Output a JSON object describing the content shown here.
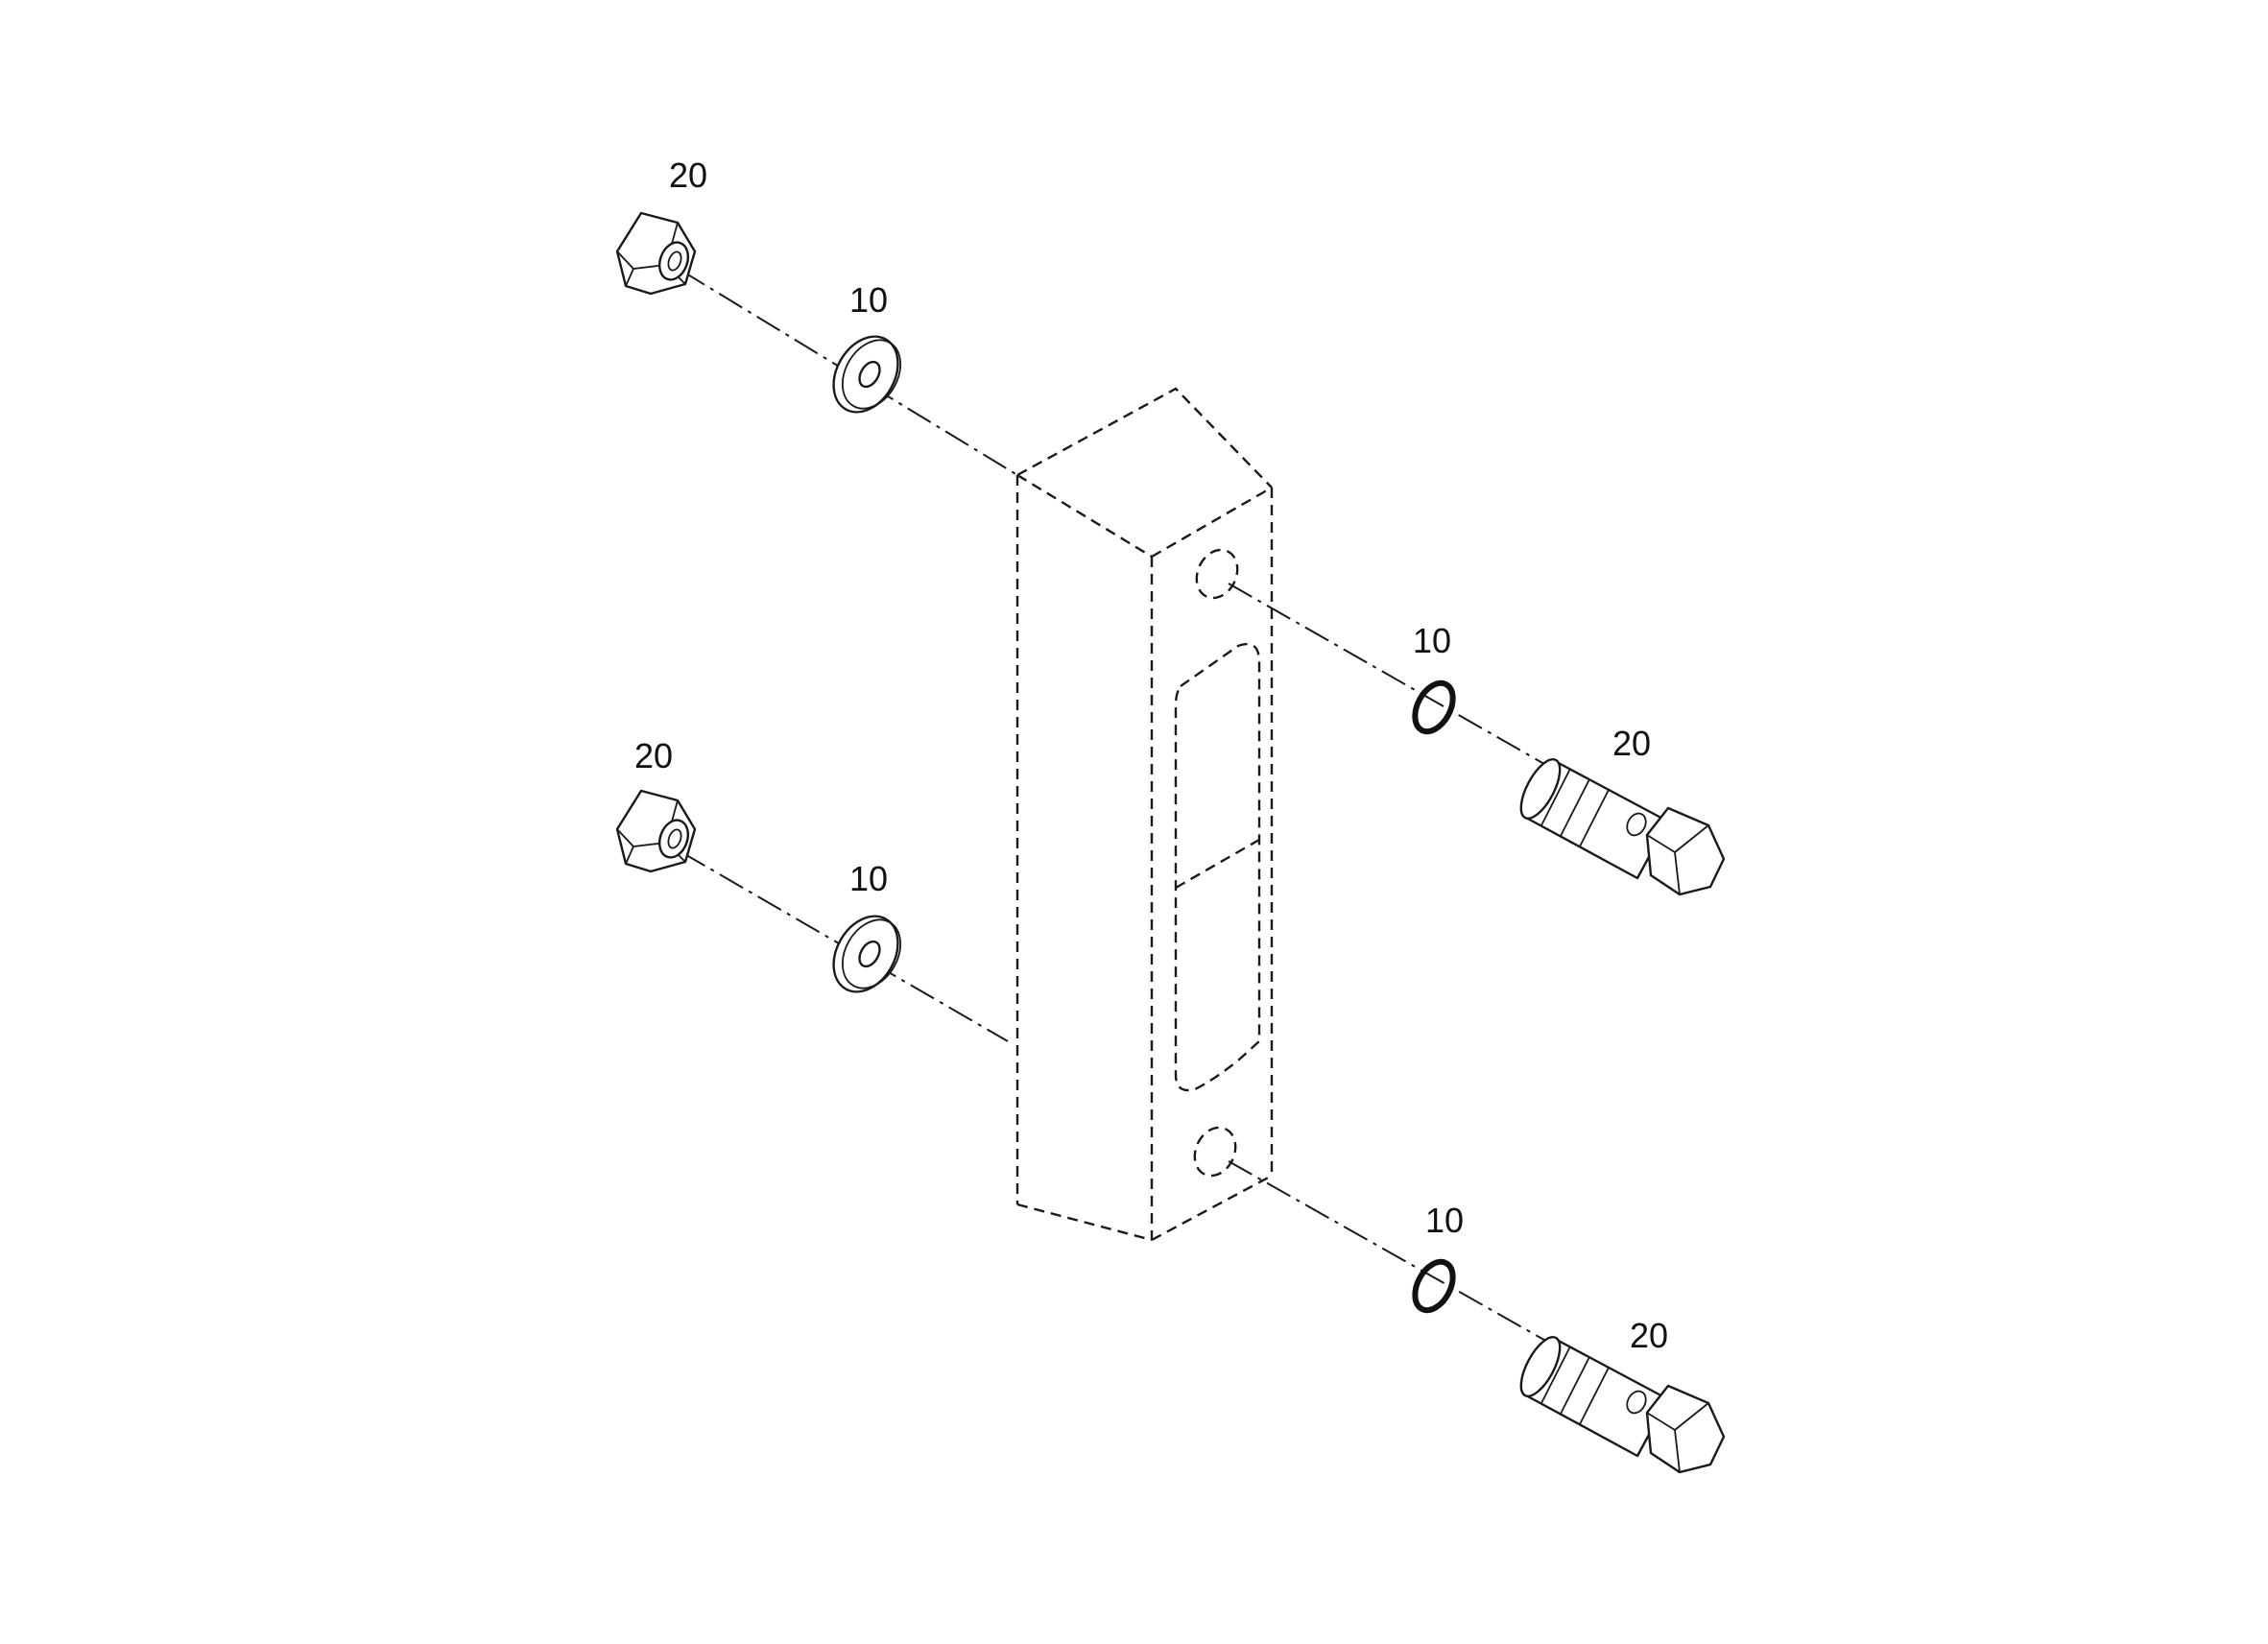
{
  "callouts": {
    "nut_top": "20",
    "washer_top": "10",
    "oring_top": "10",
    "bolt_top": "20",
    "nut_bottom": "20",
    "washer_bottom": "10",
    "oring_bottom": "10",
    "bolt_bottom": "20"
  }
}
